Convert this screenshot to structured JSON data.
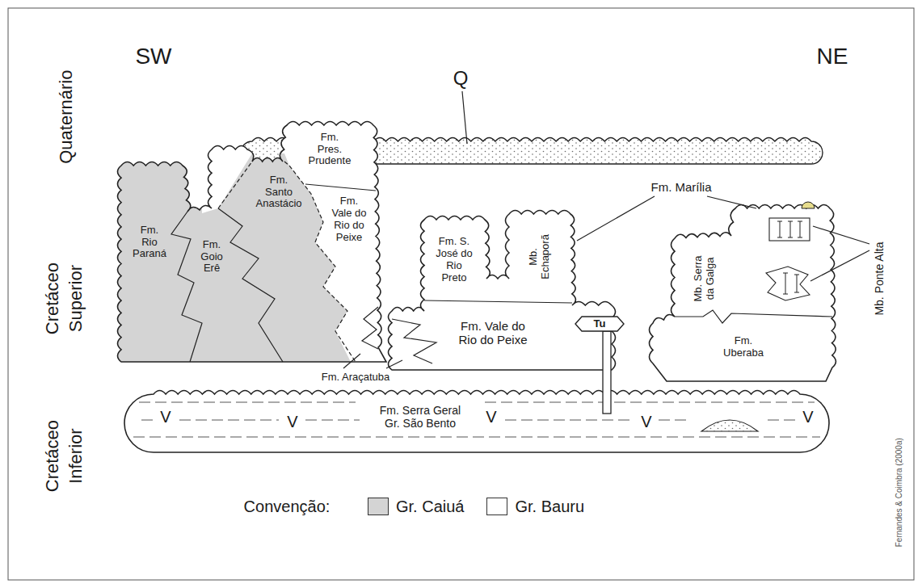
{
  "diagram": {
    "nodes": [
      {
        "text": [
          "Fm. Rio Paraná"
        ]
      },
      {
        "text": [
          "Fm. Goio Erê"
        ]
      },
      {
        "text": [
          "Fm. Santo Anastácio"
        ]
      },
      {
        "text": [
          "Fm. Pres. Prudente"
        ]
      },
      {
        "text": [
          "Fm. Vale do Rio do Peixe"
        ]
      },
      {
        "text": [
          "Fm. S. José do Rio Preto"
        ]
      },
      {
        "text": [
          "Mb. Echaporã"
        ]
      },
      {
        "text": [
          "Fm. Vale do Rio do Peixe"
        ]
      },
      {
        "text": [
          "Tu"
        ]
      },
      {
        "text": [
          "Mb. Serra da Galga"
        ]
      },
      {
        "text": [
          "Fm. Uberaba"
        ]
      },
      {
        "text": [
          "Fm. Serra Geral",
          "Gr. São Bento"
        ]
      }
    ],
    "labels": [
      "SW",
      "NE",
      "Quaternário",
      "Cretáceo Superior",
      "Cretáceo Inferior",
      "Q",
      "Fm. Marília",
      "Mb. Ponte Alta",
      "Fm. Araçatuba",
      "V",
      "V",
      "V",
      "V",
      "V",
      "Convenção:",
      "Fernandes & Coimbra (2000a)"
    ],
    "legend": [
      {
        "text": "Gr. Caiuá",
        "color": "#d4d4d4"
      },
      {
        "text": "Gr. Bauru",
        "color": "#ffffff"
      }
    ]
  }
}
